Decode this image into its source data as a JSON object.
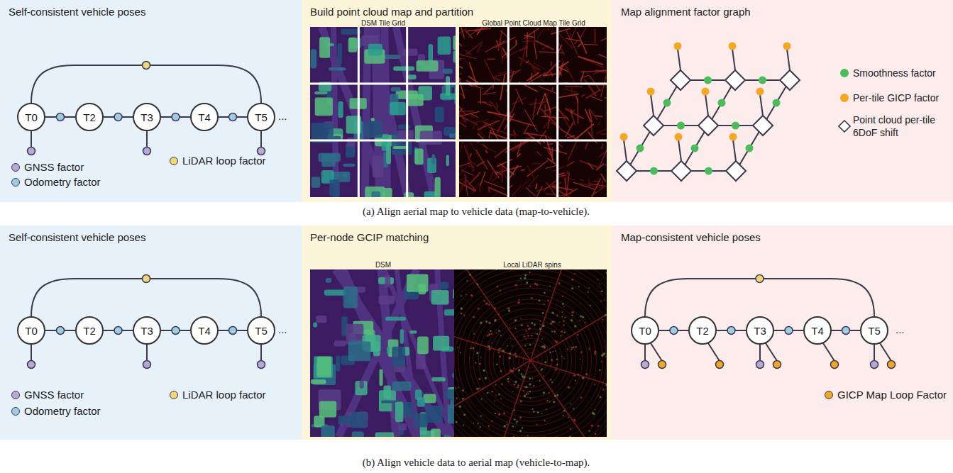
{
  "diagram": {
    "nodes": [
      {
        "text": [
          "Self-consistent vehicle poses"
        ]
      },
      {
        "text": [
          "T0"
        ],
        "in": 0
      },
      {
        "text": [
          "T2"
        ],
        "in": 0
      },
      {
        "text": [
          "T3"
        ],
        "in": 0
      },
      {
        "text": [
          "T4"
        ],
        "in": 0
      },
      {
        "text": [
          "T5"
        ],
        "in": 0
      },
      {
        "text": [
          "Build point cloud map and partition"
        ]
      },
      {
        "text": [
          "Map alignment factor graph"
        ]
      },
      {
        "text": [
          "Self-consistent vehicle poses"
        ]
      },
      {
        "text": [
          "T0"
        ],
        "in": 8
      },
      {
        "text": [
          "T2"
        ],
        "in": 8
      },
      {
        "text": [
          "T3"
        ],
        "in": 8
      },
      {
        "text": [
          "T4"
        ],
        "in": 8
      },
      {
        "text": [
          "T5"
        ],
        "in": 8
      },
      {
        "text": [
          "Per-node GCIP matching"
        ]
      },
      {
        "text": [
          "Map-consistent vehicle poses"
        ]
      },
      {
        "text": [
          "T0"
        ],
        "in": 15
      },
      {
        "text": [
          "T2"
        ],
        "in": 15
      },
      {
        "text": [
          "T3"
        ],
        "in": 15
      },
      {
        "text": [
          "T4"
        ],
        "in": 15
      },
      {
        "text": [
          "T5"
        ],
        "in": 15
      }
    ],
    "edges": [
      {
        "from": 1,
        "to": 2,
        "arrow": "none"
      },
      {
        "from": 2,
        "to": 3,
        "arrow": "none"
      },
      {
        "from": 3,
        "to": 4,
        "arrow": "none"
      },
      {
        "from": 4,
        "to": 5,
        "arrow": "none"
      },
      {
        "from": 1,
        "to": 5,
        "arrow": "none"
      },
      {
        "from": 9,
        "to": 10,
        "arrow": "none"
      },
      {
        "from": 10,
        "to": 11,
        "arrow": "none"
      },
      {
        "from": 11,
        "to": 12,
        "arrow": "none"
      },
      {
        "from": 12,
        "to": 13,
        "arrow": "none"
      },
      {
        "from": 9,
        "to": 13,
        "arrow": "none"
      },
      {
        "from": 16,
        "to": 17,
        "arrow": "none"
      },
      {
        "from": 17,
        "to": 18,
        "arrow": "none"
      },
      {
        "from": 18,
        "to": 19,
        "arrow": "none"
      },
      {
        "from": 19,
        "to": 20,
        "arrow": "none"
      },
      {
        "from": 16,
        "to": 20,
        "arrow": "none"
      }
    ],
    "labels": [
      "...",
      "...",
      "...",
      "DSM Tile Grid",
      "Global Point Cloud Map Tile Grid",
      "DSM",
      "Local LiDAR spins",
      "(a) Align aerial map to vehicle data (map-to-vehicle).",
      "(b) Align vehicle data to aerial map (vehicle-to-map)."
    ],
    "legend": [
      {
        "text": "GNSS factor",
        "color": "#b9a6dc"
      },
      {
        "text": "Odometry factor",
        "color": "#9dcbe8"
      },
      {
        "text": "LiDAR loop factor",
        "color": "#f2d679"
      },
      {
        "text": "Smoothness factor",
        "color": "#4cbb5c"
      },
      {
        "text": "Per-tile GICP factor",
        "color": "#f5a623"
      },
      {
        "text": "Point cloud per-tile 6DoF shift"
      },
      {
        "text": "GNSS factor",
        "color": "#b9a6dc"
      },
      {
        "text": "Odometry factor",
        "color": "#9dcbe8"
      },
      {
        "text": "LiDAR loop factor",
        "color": "#f2d679"
      },
      {
        "text": "GICP Map Loop Factor",
        "color": "#f5a623"
      }
    ]
  }
}
